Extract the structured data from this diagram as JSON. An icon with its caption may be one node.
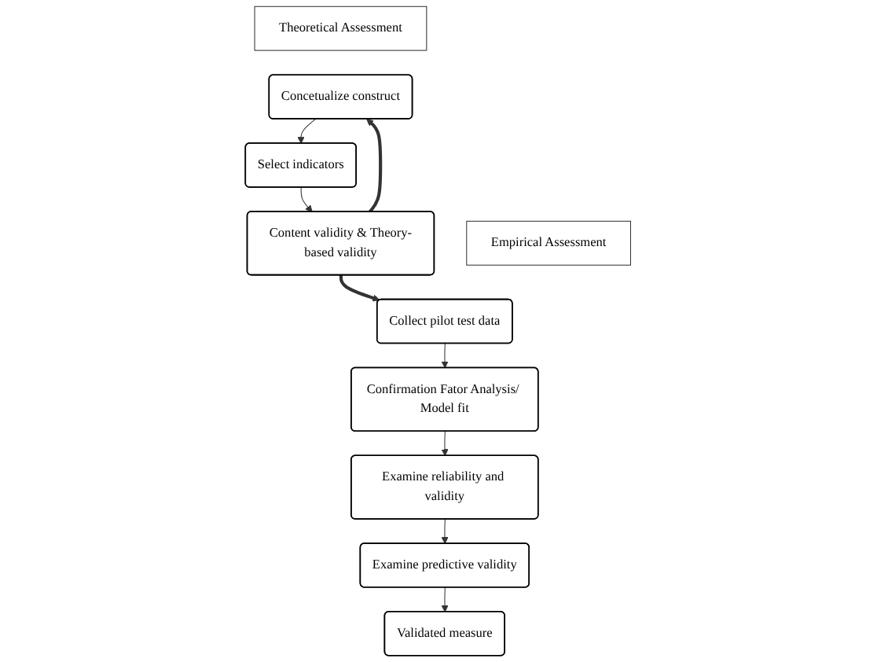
{
  "diagram": {
    "nodes": [
      {
        "text": [
          "Theoretical Assessment"
        ]
      },
      {
        "text": [
          "Concetualize construct"
        ]
      },
      {
        "text": [
          "Select indicators"
        ]
      },
      {
        "text": [
          "Content validity & Theory-based validity"
        ]
      },
      {
        "text": [
          "Empirical Assessment"
        ]
      },
      {
        "text": [
          "Collect pilot test data"
        ]
      },
      {
        "text": [
          "Confirmation Fator Analysis/ Model fit"
        ]
      },
      {
        "text": [
          "Examine reliability and validity"
        ]
      },
      {
        "text": [
          "Examine predictive validity"
        ]
      },
      {
        "text": [
          "Validated measure"
        ]
      }
    ],
    "edges": [
      {
        "from": 1,
        "to": 2,
        "arrow": "to"
      },
      {
        "from": 2,
        "to": 3,
        "arrow": "to"
      },
      {
        "from": 3,
        "to": 1,
        "arrow": "to",
        "style": "thick"
      },
      {
        "from": 3,
        "to": 5,
        "arrow": "to",
        "style": "thick"
      },
      {
        "from": 5,
        "to": 6,
        "arrow": "to"
      },
      {
        "from": 6,
        "to": 7,
        "arrow": "to"
      },
      {
        "from": 7,
        "to": 8,
        "arrow": "to"
      },
      {
        "from": 8,
        "to": 9,
        "arrow": "to"
      }
    ]
  }
}
